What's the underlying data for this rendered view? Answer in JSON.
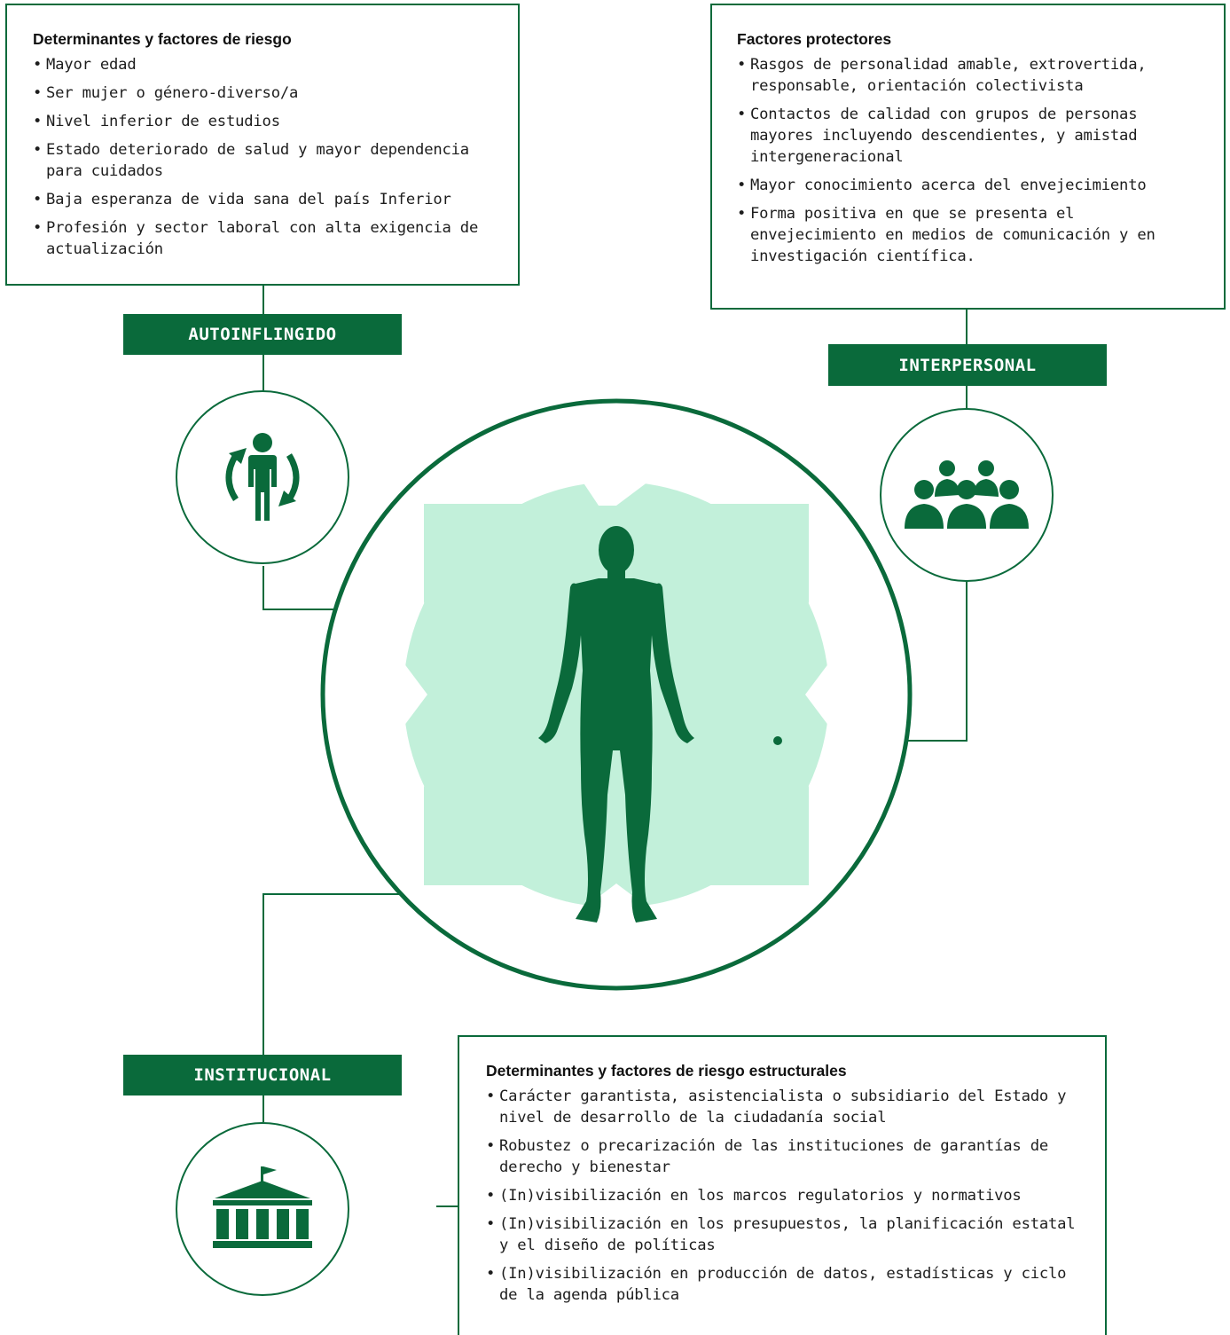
{
  "colors": {
    "green": "#0a6a3b",
    "light_green": "#c2f0da",
    "pale_green": "#e8f7ef"
  },
  "self": {
    "label": "AUTOINFLINGIDO",
    "icon": "person-cycle-icon",
    "box_title": "Determinantes y factores de riesgo",
    "items": [
      "Mayor edad",
      "Ser mujer o género-diverso/a",
      "Nivel inferior de estudios",
      "Estado deteriorado de salud y mayor dependencia para cuidados",
      "Baja esperanza de vida sana del país Inferior",
      "Profesión y sector laboral con alta exigencia de actualización"
    ]
  },
  "interpersonal": {
    "label": "INTERPERSONAL",
    "icon": "group-people-icon",
    "box_title": "Factores protectores",
    "items": [
      "Rasgos de personalidad amable, extrovertida, responsable, orientación colectivista",
      "Contactos de calidad con grupos de personas mayores incluyendo descendientes, y amistad intergeneracional",
      "Mayor conocimiento acerca del envejecimiento",
      "Forma positiva en que se presenta el envejecimiento en medios de comunicación y en investigación científica."
    ]
  },
  "institutional": {
    "label": "INSTITUCIONAL",
    "icon": "government-building-icon",
    "box_title": "Determinantes y factores de riesgo estructurales",
    "items": [
      "Carácter garantista, asistencialista o subsidiario del Estado y nivel de desarrollo de la ciudadanía social",
      "Robustez o precarización de las instituciones de garantías de derecho y bienestar",
      "(In)visibilización en los marcos regulatorios y normativos",
      "(In)visibilización en los presupuestos, la planificación estatal y el diseño de políticas",
      "(In)visibilización en producción de datos, estadísticas y ciclo de la agenda pública"
    ]
  },
  "center": {
    "icon": "human-body-icon"
  }
}
